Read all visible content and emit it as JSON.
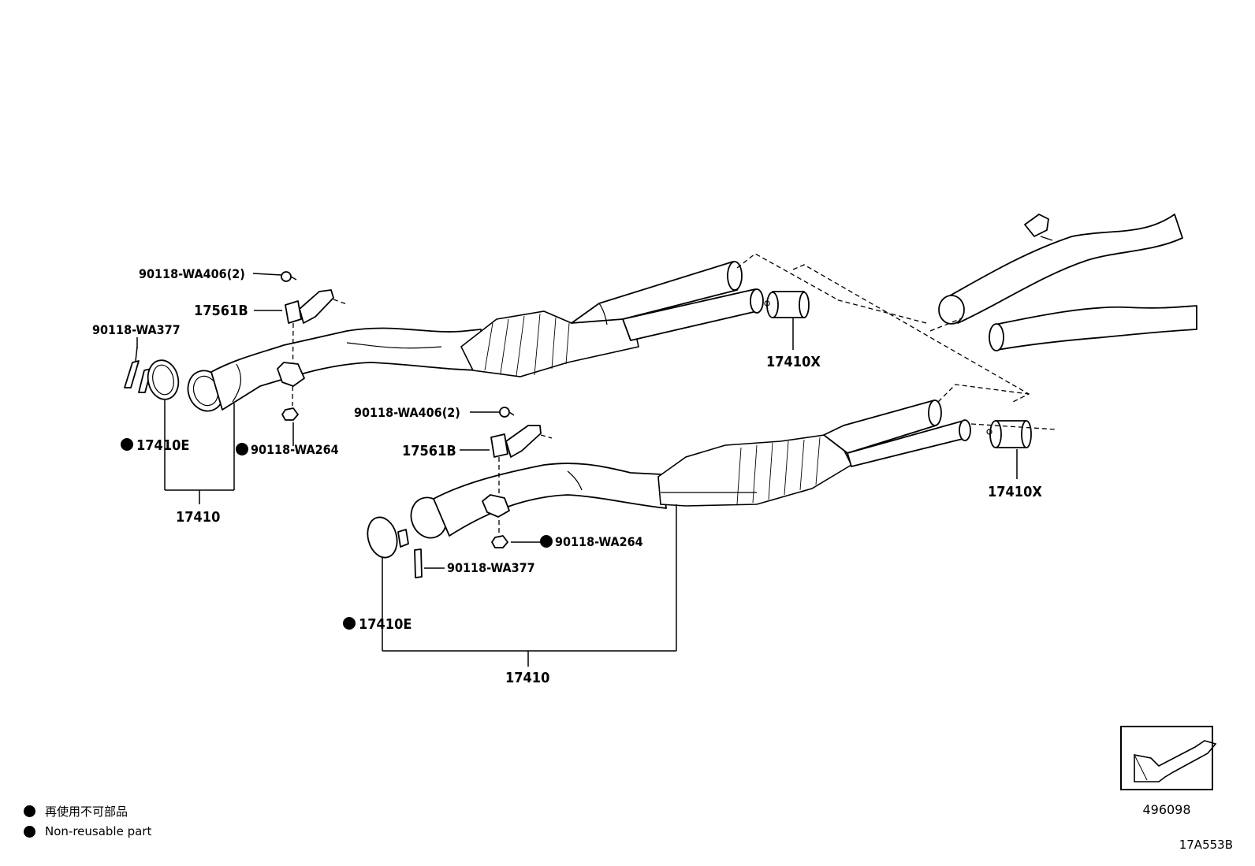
{
  "labels": {
    "upper_bolt": "90118-WA406(2)",
    "upper_bracket": "17561B",
    "upper_stud": "90118-WA377",
    "upper_gasket": "17410E",
    "upper_nut": "90118-WA264",
    "upper_assembly": "17410",
    "upper_tail": "17410X",
    "lower_bolt": "90118-WA406(2)",
    "lower_bracket": "17561B",
    "lower_nut": "90118-WA264",
    "lower_stud": "90118-WA377",
    "lower_gasket": "17410E",
    "lower_assembly": "17410",
    "lower_tail": "17410X"
  },
  "legend": {
    "jp": "再使用不可部品",
    "en": "Non-reusable part"
  },
  "reference": {
    "figure_number": "496098",
    "catalog_code": "17A553B"
  },
  "colors": {
    "ink": "#000000",
    "paper": "#ffffff"
  },
  "icons": {
    "non_reusable_marker": "filled-circle",
    "direction_arrow": "front-arrow-icon"
  }
}
